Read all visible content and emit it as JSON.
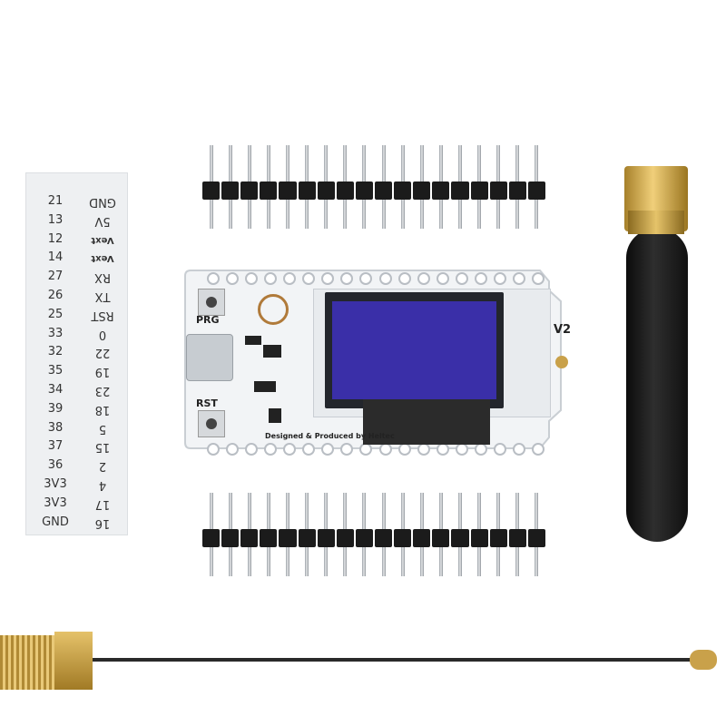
{
  "pin_labels": {
    "left": [
      "21",
      "13",
      "12",
      "14",
      "27",
      "26",
      "25",
      "33",
      "32",
      "35",
      "34",
      "39",
      "38",
      "37",
      "36",
      "3V3",
      "3V3",
      "GND"
    ],
    "right": [
      "GND",
      "5V",
      "Vext",
      "Vext",
      "RX",
      "TX",
      "RST",
      "0",
      "22",
      "19",
      "23",
      "18",
      "5",
      "15",
      "2",
      "4",
      "17",
      "16"
    ]
  },
  "board": {
    "prg_label": "PRG",
    "rst_label": "RST",
    "v2_label": "V2",
    "credit": "Designed & Produced by Heltec"
  },
  "header_pin_count": 18,
  "colors": {
    "board": "#f2f4f6",
    "oled": "#3a2fa8",
    "antenna": "#1a1a1a",
    "gold": "#d4b055"
  }
}
